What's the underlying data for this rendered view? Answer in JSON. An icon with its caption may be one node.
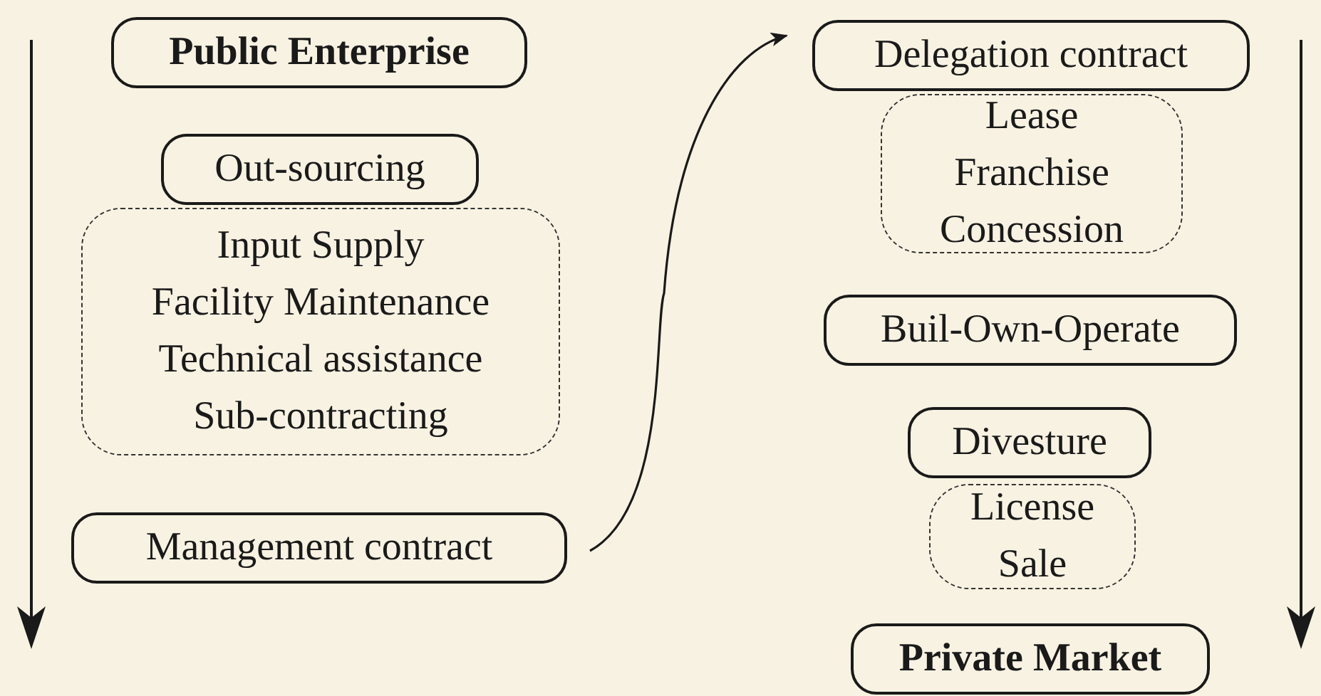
{
  "diagram": {
    "nodes": [
      {
        "text": [
          "Public Enterprise"
        ]
      },
      {
        "text": [
          "Out-sourcing"
        ]
      },
      {
        "text": [
          "Input Supply",
          "Facility Maintenance",
          "Technical assistance",
          "Sub-contracting"
        ]
      },
      {
        "text": [
          "Management contract"
        ]
      },
      {
        "text": [
          "Delegation contract"
        ]
      },
      {
        "text": [
          "Lease",
          "Franchise",
          "Concession"
        ]
      },
      {
        "text": [
          "Buil-Own-Operate"
        ]
      },
      {
        "text": [
          "Divesture"
        ]
      },
      {
        "text": [
          "License",
          "Sale"
        ]
      },
      {
        "text": [
          "Private Market"
        ]
      }
    ],
    "edges": [
      {
        "from": 3,
        "to": 4,
        "arrow": "to"
      }
    ]
  }
}
